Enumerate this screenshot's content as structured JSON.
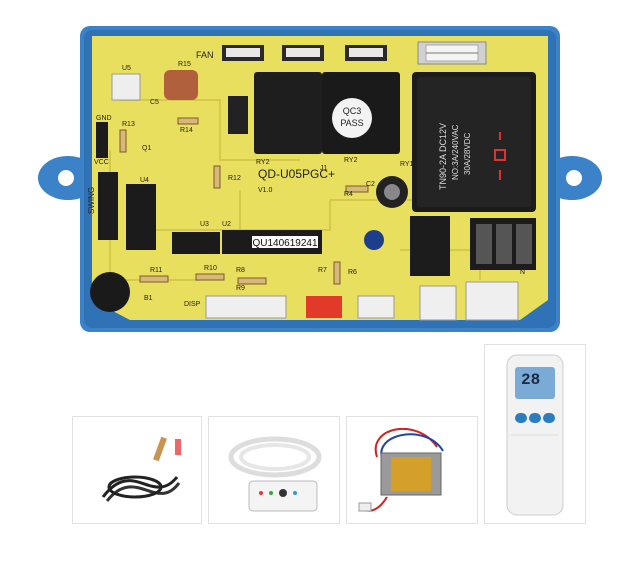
{
  "board": {
    "model": "QD-U05PGC+",
    "version": "V1.0",
    "serial": "QU140619241",
    "qc_line1": "QC3",
    "qc_line2": "PASS",
    "fuse_label": "FAN",
    "relay_text_1": "TN90-2A DC12V",
    "relay_text_2": "NO:3A/240VAC",
    "relay_text_3": "30A/28VDC",
    "silk": {
      "u5": "U5",
      "r15": "R15",
      "c5": "C5",
      "r13": "R13",
      "r14": "R14",
      "gnd": "GND",
      "vcc": "VCC",
      "q1": "Q1",
      "r12": "R12",
      "swing": "SWING",
      "u4": "U4",
      "u3": "U3",
      "u2": "U2",
      "ry2a": "RY2",
      "ry2b": "RY2",
      "j1": "J1",
      "ry1": "RY1",
      "c2": "C2",
      "r4": "R4",
      "r7": "R7",
      "r6": "R6",
      "r11": "R11",
      "b1": "B1",
      "r10": "R10",
      "r8": "R8",
      "r9": "R9",
      "disp": "DISP",
      "n": "N"
    }
  },
  "accessories": {
    "remote_display": "28"
  },
  "colors": {
    "pcb": "#e9df5e",
    "case": "#3b82c8",
    "relay": "#1c1c1c",
    "connector": "#f0f0f0"
  }
}
